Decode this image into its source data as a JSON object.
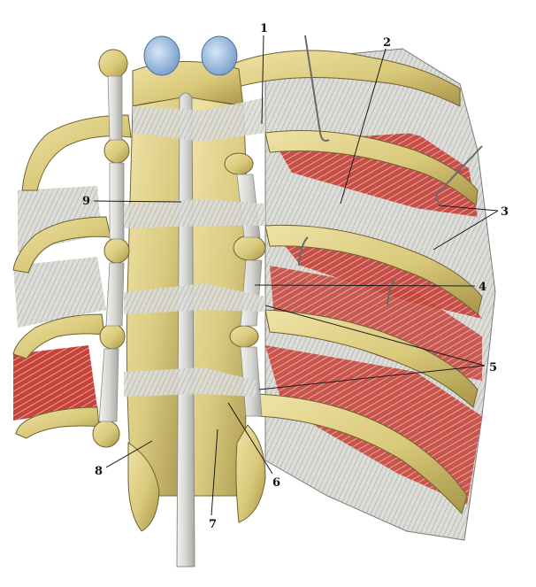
{
  "labels": [
    "1",
    "2",
    "3",
    "4",
    "5",
    "6",
    "7",
    "8",
    "9"
  ],
  "colors": {
    "bone": "#d9c97a",
    "bone_dark": "#a89548",
    "bone_light": "#efe3a6",
    "ligament": "#d7d7d3",
    "ligament_shade": "#9e9e9a",
    "muscle": "#b5302a",
    "muscle_light": "#d98a7a",
    "cartilage": "#8fb4de",
    "outline": "#6e6233",
    "leader": "#1a1a1a"
  },
  "icons": [
    "surgical-hook-icon"
  ]
}
